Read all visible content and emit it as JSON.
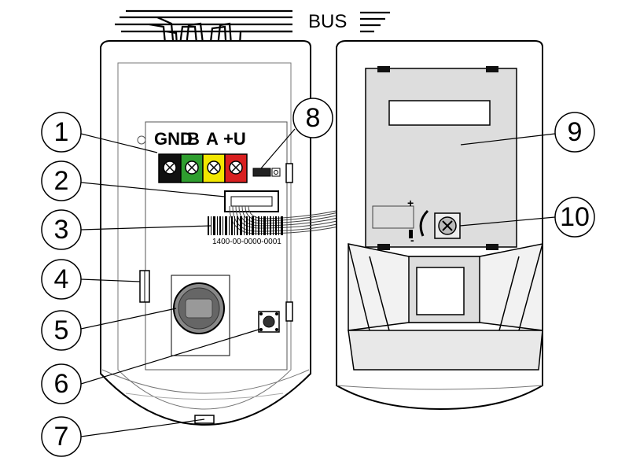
{
  "bus_label": "BUS",
  "terminal_labels": [
    "GND",
    "B",
    "A",
    "+U"
  ],
  "terminal_colors": [
    "#111111",
    "#2f9e2f",
    "#f2e600",
    "#d92020"
  ],
  "serial_number": "1400-00-0000-0001",
  "polarity_plus": "+",
  "polarity_minus": "-",
  "callouts": [
    "1",
    "2",
    "3",
    "4",
    "5",
    "6",
    "7",
    "8",
    "9",
    "10"
  ]
}
